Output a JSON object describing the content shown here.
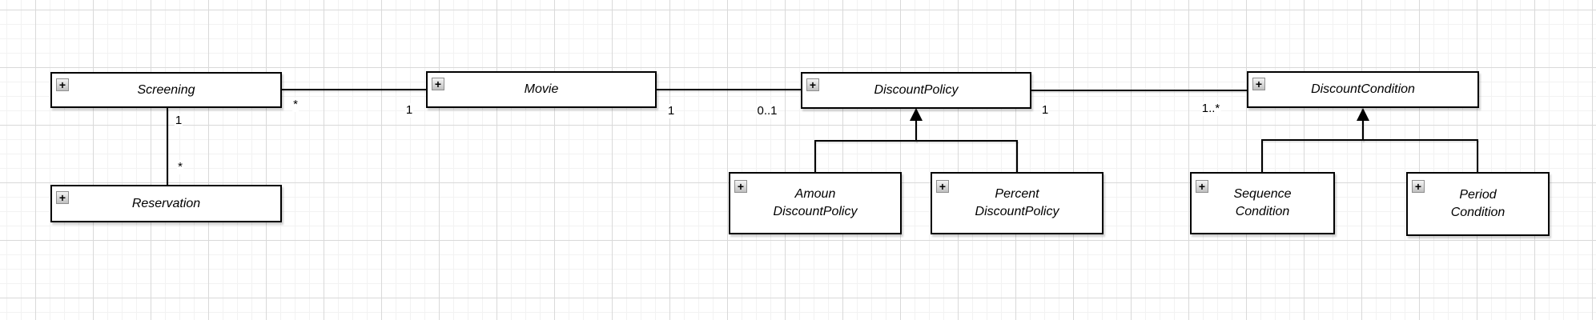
{
  "canvas": {
    "background": "#ffffff",
    "grid_minor_color": "#f2f2f2",
    "grid_major_color": "#d9d9d9"
  },
  "palette": {
    "shape_fill": "#ffffff",
    "shape_stroke": "#000000",
    "text_color": "#000000"
  },
  "icons": {
    "collapse_glyph": "+"
  },
  "classes": [
    {
      "name": "Screening"
    },
    {
      "name": "Reservation"
    },
    {
      "name": "Movie"
    },
    {
      "name": "DiscountPolicy"
    },
    {
      "name": "DiscountCondition"
    },
    {
      "name": "Amoun\nDiscountPolicy"
    },
    {
      "name": "Percent\nDiscountPolicy"
    },
    {
      "name": "Sequence\nCondition"
    },
    {
      "name": "Period\nCondition"
    }
  ],
  "associations": [
    {
      "from": "Screening",
      "to": "Movie",
      "from_label": "*",
      "to_label": "1"
    },
    {
      "from": "Screening",
      "to": "Reservation",
      "from_label": "1",
      "to_label": "*"
    },
    {
      "from": "Movie",
      "to": "DiscountPolicy",
      "from_label": "1",
      "to_label": "0..1"
    },
    {
      "from": "DiscountPolicy",
      "to": "DiscountCondition",
      "from_label": "1",
      "to_label": "1..*"
    }
  ],
  "generalizations": [
    {
      "parent": "DiscountPolicy",
      "children": [
        "AmounDiscountPolicy",
        "PercentDiscountPolicy"
      ]
    },
    {
      "parent": "DiscountCondition",
      "children": [
        "SequenceCondition",
        "PeriodCondition"
      ]
    }
  ]
}
